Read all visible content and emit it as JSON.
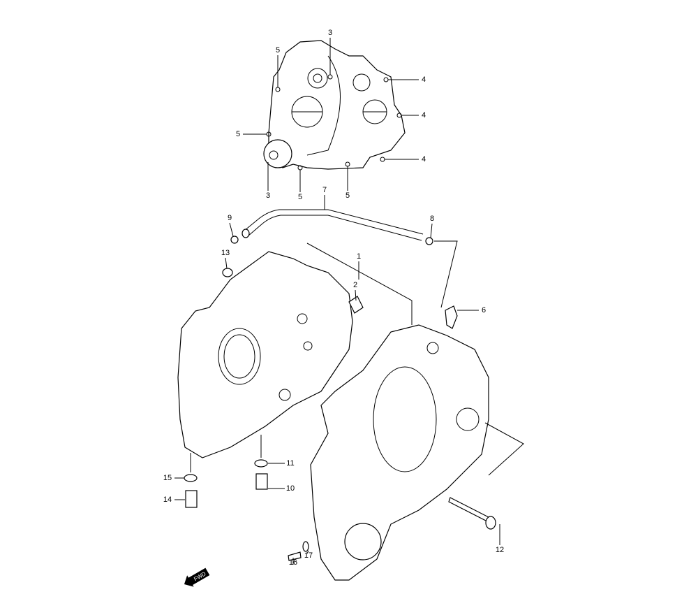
{
  "diagram": {
    "title": "Crankcase exploded parts diagram",
    "callouts": {
      "c1": "1",
      "c2": "2",
      "c3a": "3",
      "c3b": "3",
      "c4a": "4",
      "c4b": "4",
      "c4c": "4",
      "c5a": "5",
      "c5b": "5",
      "c5c": "5",
      "c5d": "5",
      "c6": "6",
      "c7": "7",
      "c8": "8",
      "c9": "9",
      "c10": "10",
      "c11": "11",
      "c12": "12",
      "c13": "13",
      "c14": "14",
      "c15": "15",
      "c16": "16",
      "c17": "17"
    },
    "fwd_label": "FWD"
  }
}
